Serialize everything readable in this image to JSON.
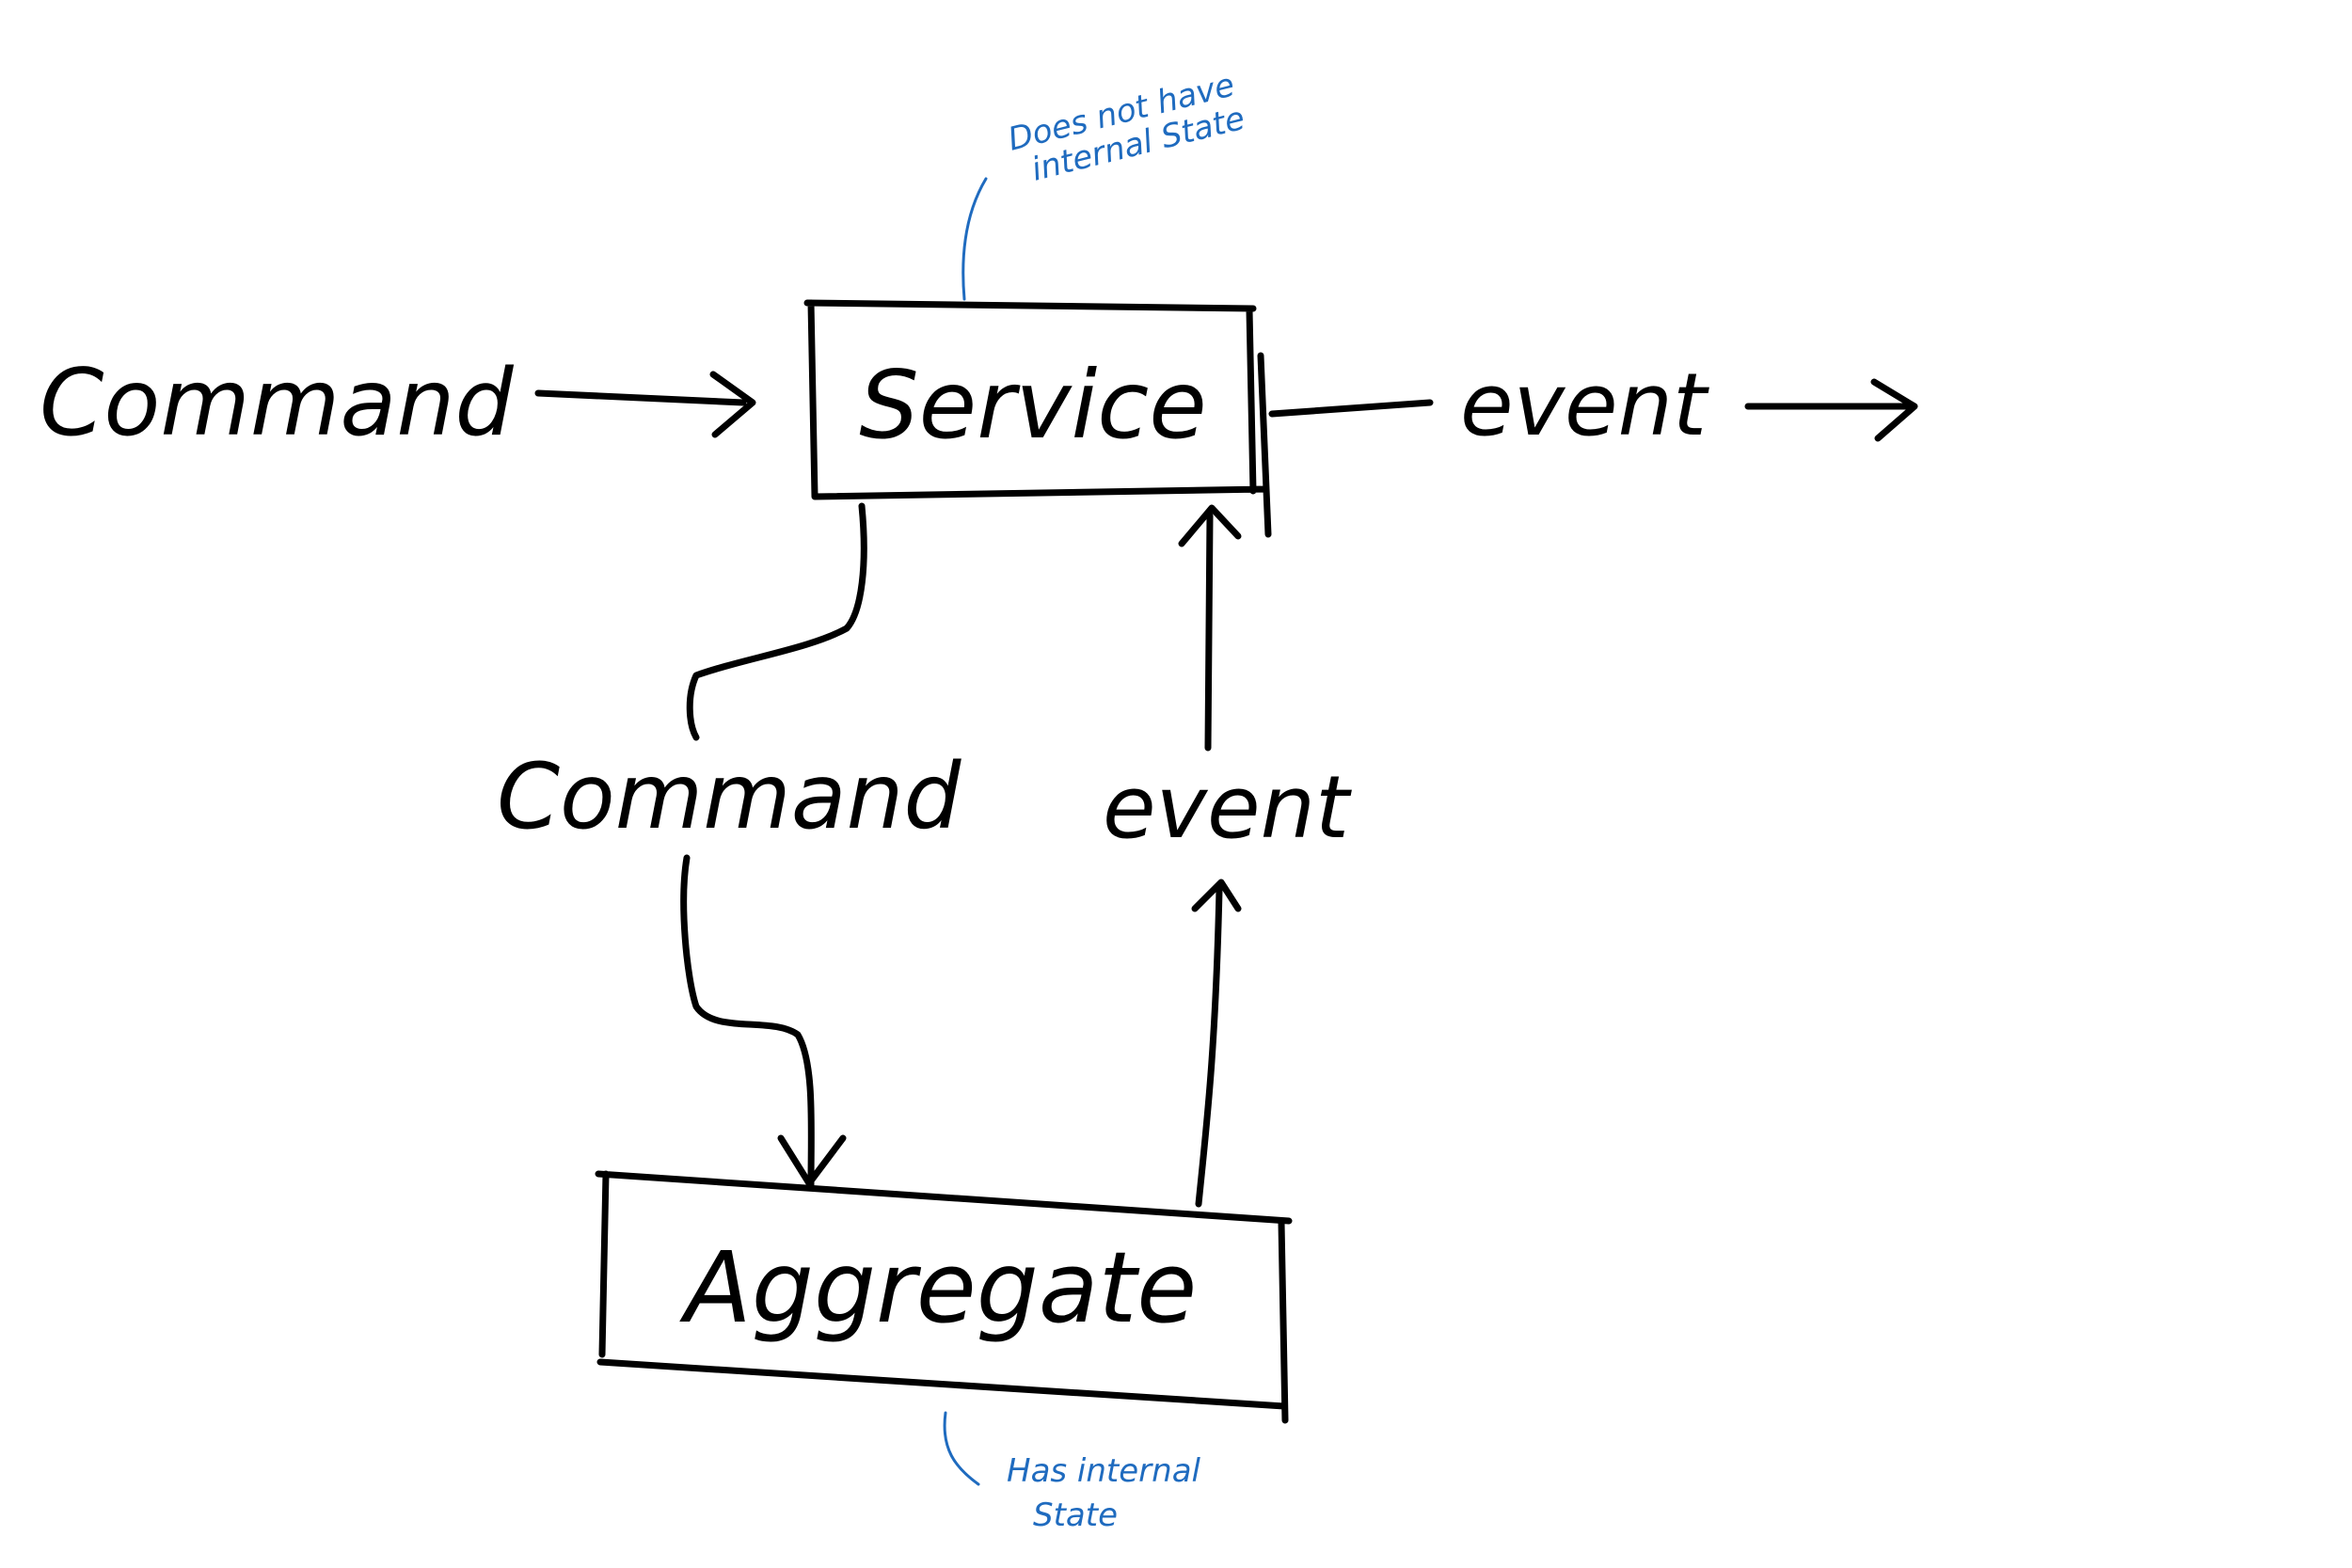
{
  "diagram": {
    "nodes": {
      "service": {
        "label": "Service"
      },
      "aggregate": {
        "label": "Aggregate"
      }
    },
    "labels": {
      "command_in": "Command",
      "event_out": "event",
      "command_down": "Command",
      "event_up": "event"
    },
    "notes": {
      "service_note_line1": "Does not have",
      "service_note_line2": "internal State",
      "aggregate_note_line1": "Has internal",
      "aggregate_note_line2": "State"
    },
    "colors": {
      "ink": "#000000",
      "note_ink": "#1f6bbf",
      "background": "#ffffff"
    }
  }
}
